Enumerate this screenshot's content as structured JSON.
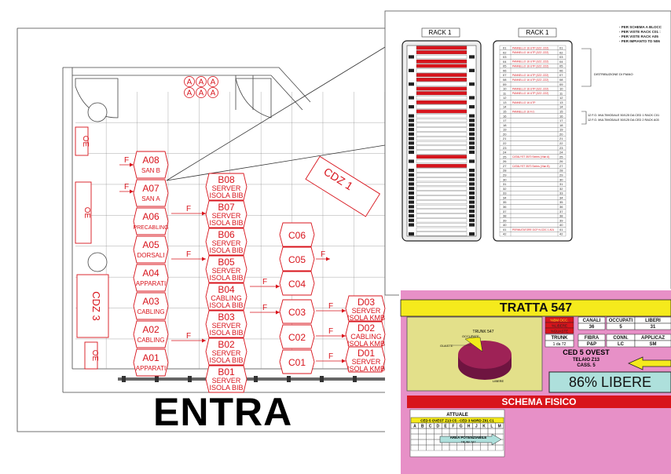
{
  "floor": {
    "entrance_label": "ENTRA",
    "label_oe": "OE",
    "label_f": "F",
    "marks": [
      "A",
      "A",
      "A",
      "A",
      "A",
      "A"
    ],
    "cdz1": "CDZ 1",
    "cdz3": "CDZ 3",
    "rack_col_a": [
      {
        "code": "A08",
        "sub": "SAN B"
      },
      {
        "code": "A07",
        "sub": "SAN A"
      },
      {
        "code": "A06",
        "sub": "PRECABLING"
      },
      {
        "code": "A05",
        "sub": "DORSALI"
      },
      {
        "code": "A04",
        "sub": "APPARATI"
      },
      {
        "code": "A03",
        "sub": "CABLING"
      },
      {
        "code": "A02",
        "sub": "CABLING"
      },
      {
        "code": "A01",
        "sub": "APPARATI"
      }
    ],
    "rack_col_b": [
      {
        "code": "B08",
        "sub1": "SERVER",
        "sub2": "ISOLA BIB"
      },
      {
        "code": "B07",
        "sub1": "SERVER",
        "sub2": "ISOLA BIB"
      },
      {
        "code": "B06",
        "sub1": "SERVER",
        "sub2": "ISOLA BIB"
      },
      {
        "code": "B05",
        "sub1": "SERVER",
        "sub2": "ISOLA BIB"
      },
      {
        "code": "B04",
        "sub1": "CABLING",
        "sub2": "ISOLA BIB"
      },
      {
        "code": "B03",
        "sub1": "SERVER",
        "sub2": "ISOLA BIB"
      },
      {
        "code": "B02",
        "sub1": "SERVER",
        "sub2": "ISOLA BIB"
      },
      {
        "code": "B01",
        "sub1": "SERVER",
        "sub2": "ISOLA BIB"
      }
    ],
    "rack_col_c": [
      "C06",
      "C05",
      "C04",
      "C03",
      "C02",
      "C01"
    ],
    "rack_col_d": [
      {
        "code": "D03",
        "sub1": "SERVER",
        "sub2": "ISOLA KMB"
      },
      {
        "code": "D02",
        "sub1": "CABLING",
        "sub2": "ISOLA KMB"
      },
      {
        "code": "D01",
        "sub1": "SERVER",
        "sub2": "ISOLA KMB"
      }
    ]
  },
  "rack_detail": {
    "rack1_label": "RACK 1",
    "rack2_label": "RACK 1",
    "unit_numbers": [
      "01",
      "02",
      "03",
      "04",
      "05",
      "06",
      "07",
      "08",
      "09",
      "10",
      "11",
      "12",
      "13",
      "14",
      "15",
      "16",
      "17",
      "18",
      "19",
      "20",
      "21",
      "22",
      "23",
      "24",
      "25",
      "26",
      "27",
      "28",
      "29",
      "30",
      "31",
      "32",
      "33",
      "34",
      "35",
      "36",
      "37",
      "38",
      "39",
      "40",
      "41",
      "42"
    ],
    "slot_texts": [
      "PANNELLO 16 UTP (3ZZ..ZZZ)",
      "PANNELLO 16 UTP (3ZZ..ZZZ)",
      "",
      "PANNELLO 16 UTP (3ZZ..ZZZ)",
      "PANNELLO 16 UTP (3ZZ..ZZZ)",
      "",
      "PANNELLO 16 UTP (3ZZ..ZZZ)",
      "PANNELLO 16 UTP (3ZZ..ZZZ)",
      "",
      "PANNELLO 16 UTP (3ZZ..ZZZ)",
      "PANNELLO 16 UTP (3ZZ..ZZZ)",
      "",
      "PANNELLO 16 UTP",
      "",
      "PANNELLO 16 F.O.",
      "",
      "",
      "",
      "",
      "",
      "",
      "",
      "",
      "",
      "CATALYST 3570 Series (Vlan A)",
      "",
      "CATALYST 3570 Series (Vlan B)",
      "",
      "",
      "",
      "",
      "",
      "",
      "",
      "",
      "",
      "",
      "",
      "",
      "",
      "PERMUTATORE DCP N.CDC 1 A01",
      ""
    ],
    "note_distribution": "DISTRIBUZIONE DI PIANO",
    "note_fo": "12 F.O. MULTIMODALE 50/125 DA CED 1 RACK C01",
    "note_fo2": "12 F.O. MULTIMODALE 50/125 DA CED 2 RACK A03",
    "notes_top": [
      "- PER SCHEMA A BLOCC",
      "- PER VISTE RACK C01 :",
      "- PER VISTE RACK A05",
      "- PER IMPIANTO TD N06"
    ]
  },
  "tratta": {
    "title": "TRATTA 547",
    "pie_title": "TRUNK 547",
    "pie_label_occupate": "OCCUPATE",
    "pie_label_guaste": "GUASTE",
    "pie_label_libere": "LIBERE",
    "legend": [
      "%BM OCC.",
      "%LIBERE",
      "%GUASTE"
    ],
    "trunk_header": "TRUNK",
    "trunk_value": "1 da 72",
    "table1_headers": [
      "CANALI",
      "OCCUPATI",
      "LIBERI"
    ],
    "table1_values": [
      "36",
      "5",
      "31"
    ],
    "table2_headers": [
      "FIBRA",
      "CONN.",
      "APPLICAZ"
    ],
    "table2_values": [
      "P&P",
      "LC",
      "SM"
    ],
    "ced_name": "CED 5 OVEST",
    "telaio": "TELAIO Z13",
    "cass": "CASS. 5",
    "free_pct": "86% LIBERE",
    "schema_title": "SCHEMA FISICO",
    "attuale": "ATTUALE",
    "route": "CED 5 OVEST Z13 C5 - CED 3 NORD Z01 C1",
    "letters": [
      "A",
      "B",
      "C",
      "D",
      "E",
      "F",
      "G",
      "H",
      "J",
      "K",
      "L",
      "M"
    ],
    "area_label": "AREA POTENZIABILE",
    "area_sub": "TRUNK 547",
    "pie_values": {
      "occupate": 14,
      "guaste": 0,
      "libere": 86
    },
    "colors": {
      "panel_bg": "#e790c7",
      "title_bar": "#f5ea1c",
      "chart_bg": "#e3e08a",
      "pie_main": "#9e2256",
      "pie_occ": "#f2ea1a",
      "red_bar": "#d8141c",
      "free_box": "#aee0dc"
    }
  }
}
